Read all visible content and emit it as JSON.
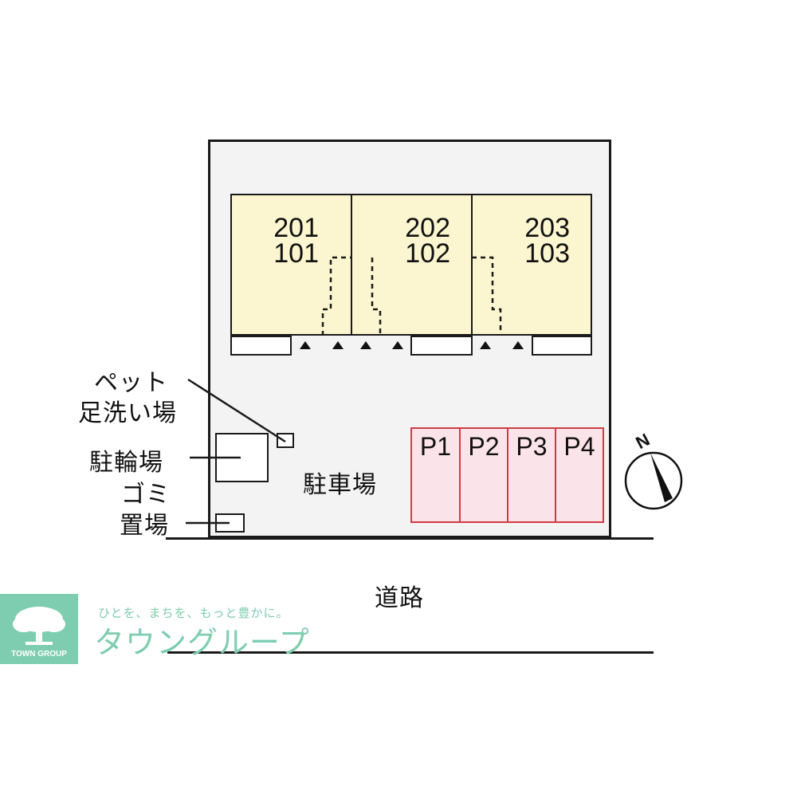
{
  "units": [
    {
      "upper": "201",
      "lower": "101"
    },
    {
      "upper": "202",
      "lower": "102"
    },
    {
      "upper": "203",
      "lower": "103"
    }
  ],
  "labels": {
    "pet_foot_wash_line1": "ペット",
    "pet_foot_wash_line2": "足洗い場",
    "bicycle_parking": "駐輪場",
    "garbage_line1": "ゴミ",
    "garbage_line2": "置場",
    "parking_lot": "駐車場",
    "road": "道路"
  },
  "parking_slots": [
    "P1",
    "P2",
    "P3",
    "P4"
  ],
  "compass": {
    "label": "N"
  },
  "logo": {
    "emblem_text": "TOWN GROUP",
    "tagline": "ひとを、まちを、もっと豊かに。",
    "brand": "タウングループ"
  },
  "colors": {
    "unit_fill": "#fbf6cf",
    "parking_fill": "#fbe3ea",
    "parking_border": "#d23a44",
    "site_fill": "#f3f3f3",
    "brand_green": "#7fcdb0"
  }
}
